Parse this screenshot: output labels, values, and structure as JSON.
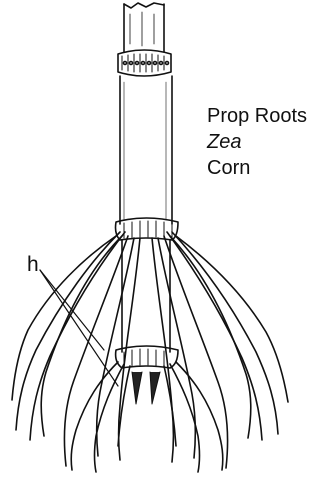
{
  "labels": {
    "title": "Prop Roots",
    "genus": "Zea",
    "common_name": "Corn",
    "marker": "h"
  },
  "colors": {
    "ink": "#111111",
    "background": "#ffffff"
  }
}
